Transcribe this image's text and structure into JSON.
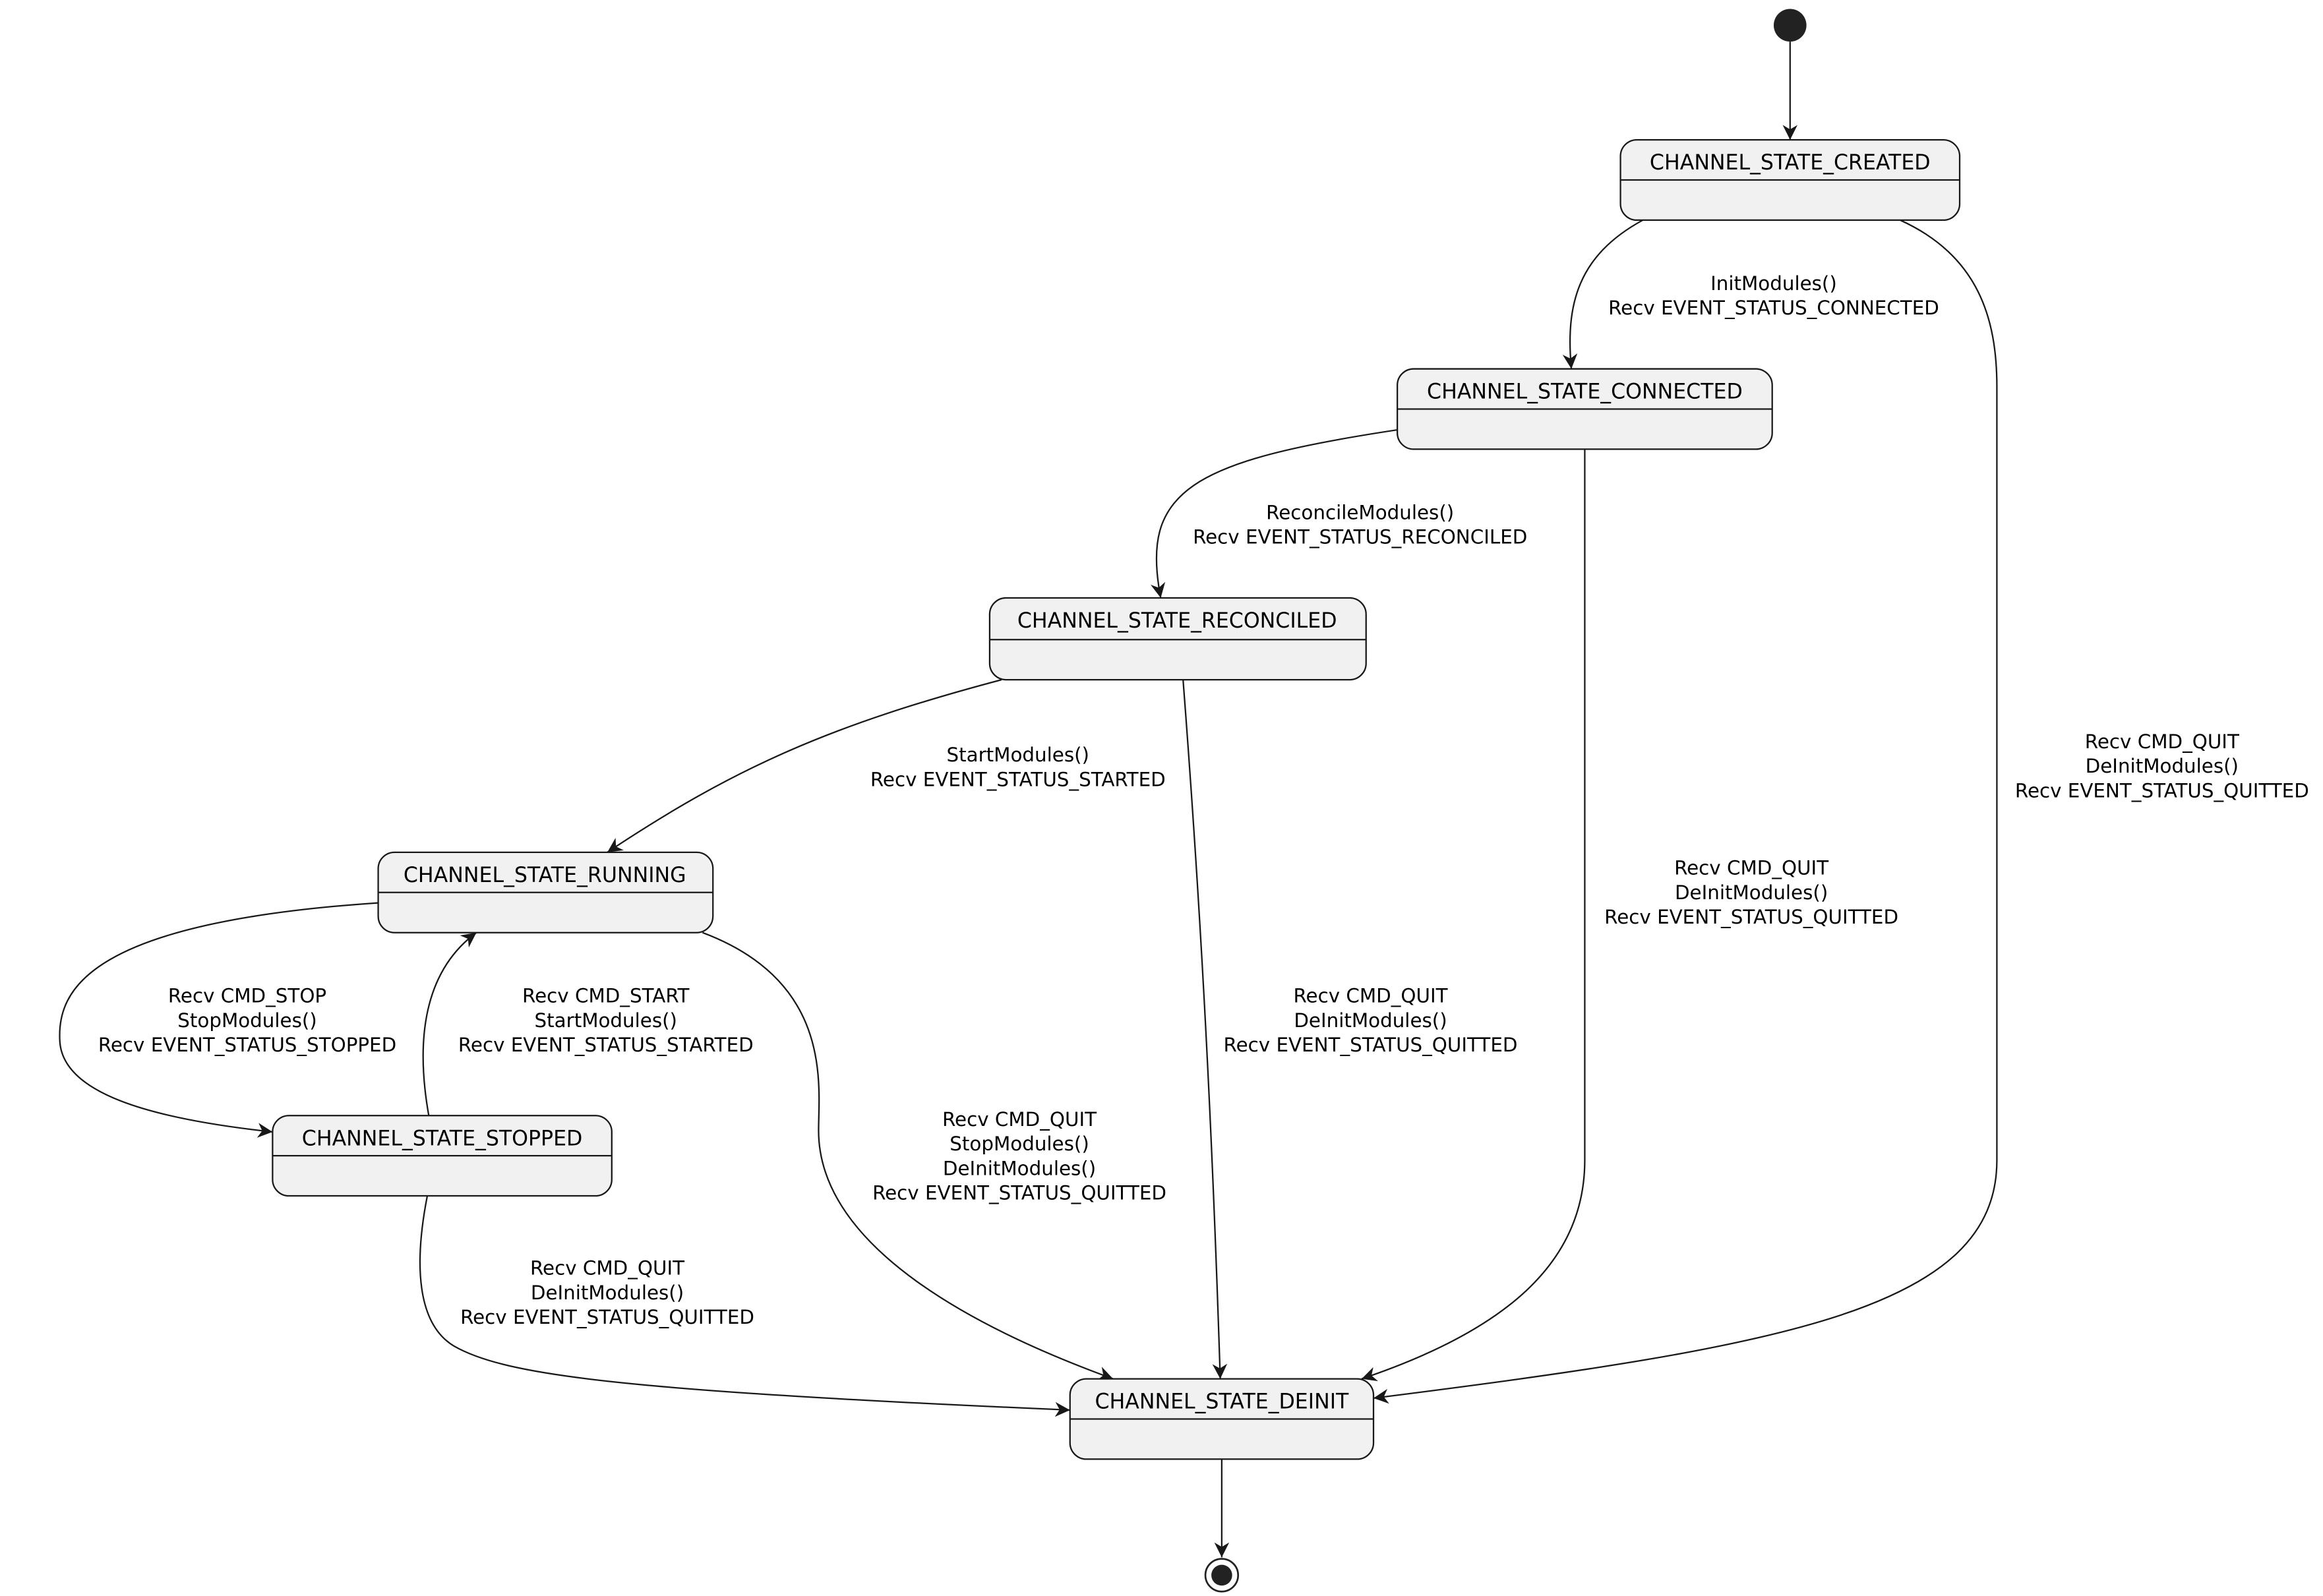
{
  "states": {
    "created": "CHANNEL_STATE_CREATED",
    "connected": "CHANNEL_STATE_CONNECTED",
    "reconciled": "CHANNEL_STATE_RECONCILED",
    "running": "CHANNEL_STATE_RUNNING",
    "stopped": "CHANNEL_STATE_STOPPED",
    "deinit": "CHANNEL_STATE_DEINIT"
  },
  "transitions": {
    "created_to_connected": [
      "InitModules()",
      "Recv EVENT_STATUS_CONNECTED"
    ],
    "created_to_deinit": [
      "Recv CMD_QUIT",
      "DeInitModules()",
      "Recv EVENT_STATUS_QUITTED"
    ],
    "connected_to_reconciled": [
      "ReconcileModules()",
      "Recv EVENT_STATUS_RECONCILED"
    ],
    "connected_to_deinit": [
      "Recv CMD_QUIT",
      "DeInitModules()",
      "Recv EVENT_STATUS_QUITTED"
    ],
    "reconciled_to_running": [
      "StartModules()",
      "Recv EVENT_STATUS_STARTED"
    ],
    "reconciled_to_deinit": [
      "Recv CMD_QUIT",
      "DeInitModules()",
      "Recv EVENT_STATUS_QUITTED"
    ],
    "running_to_stopped": [
      "Recv CMD_STOP",
      "StopModules()",
      "Recv EVENT_STATUS_STOPPED"
    ],
    "stopped_to_running": [
      "Recv CMD_START",
      "StartModules()",
      "Recv EVENT_STATUS_STARTED"
    ],
    "running_to_deinit": [
      "Recv CMD_QUIT",
      "StopModules()",
      "DeInitModules()",
      "Recv EVENT_STATUS_QUITTED"
    ],
    "stopped_to_deinit": [
      "Recv CMD_QUIT",
      "DeInitModules()",
      "Recv EVENT_STATUS_QUITTED"
    ]
  },
  "colors": {
    "state_fill": "#f1f1f1",
    "line": "#181818",
    "pseudo_state": "#222222"
  }
}
